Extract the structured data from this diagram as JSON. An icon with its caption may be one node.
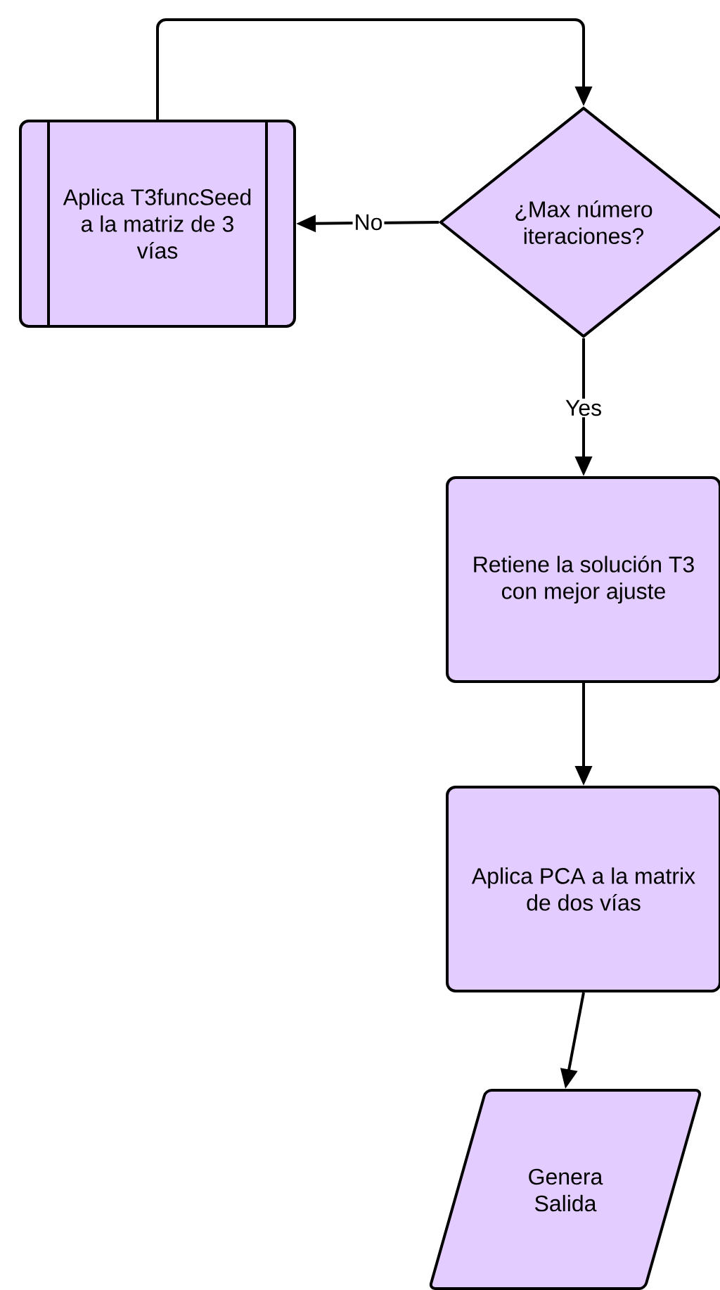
{
  "diagram": {
    "nodes": [
      {
        "text": [
          "Aplica T3funcSeed a la matriz de 3 vías"
        ]
      },
      {
        "text": [
          "¿Max número iteraciones?"
        ]
      },
      {
        "text": [
          "Retiene la solución T3 con mejor ajuste"
        ]
      },
      {
        "text": [
          "Aplica PCA a la matrix de dos vías"
        ]
      },
      {
        "text": [
          "Genera Salida"
        ]
      }
    ],
    "edges": [
      {
        "from": 0,
        "to": 1,
        "arrow": "to"
      },
      {
        "from": 1,
        "to": 0,
        "arrow": "to",
        "label": "No"
      },
      {
        "from": 1,
        "to": 2,
        "arrow": "to",
        "label": "Yes"
      },
      {
        "from": 2,
        "to": 3,
        "arrow": "to"
      },
      {
        "from": 3,
        "to": 4,
        "arrow": "to"
      }
    ]
  }
}
